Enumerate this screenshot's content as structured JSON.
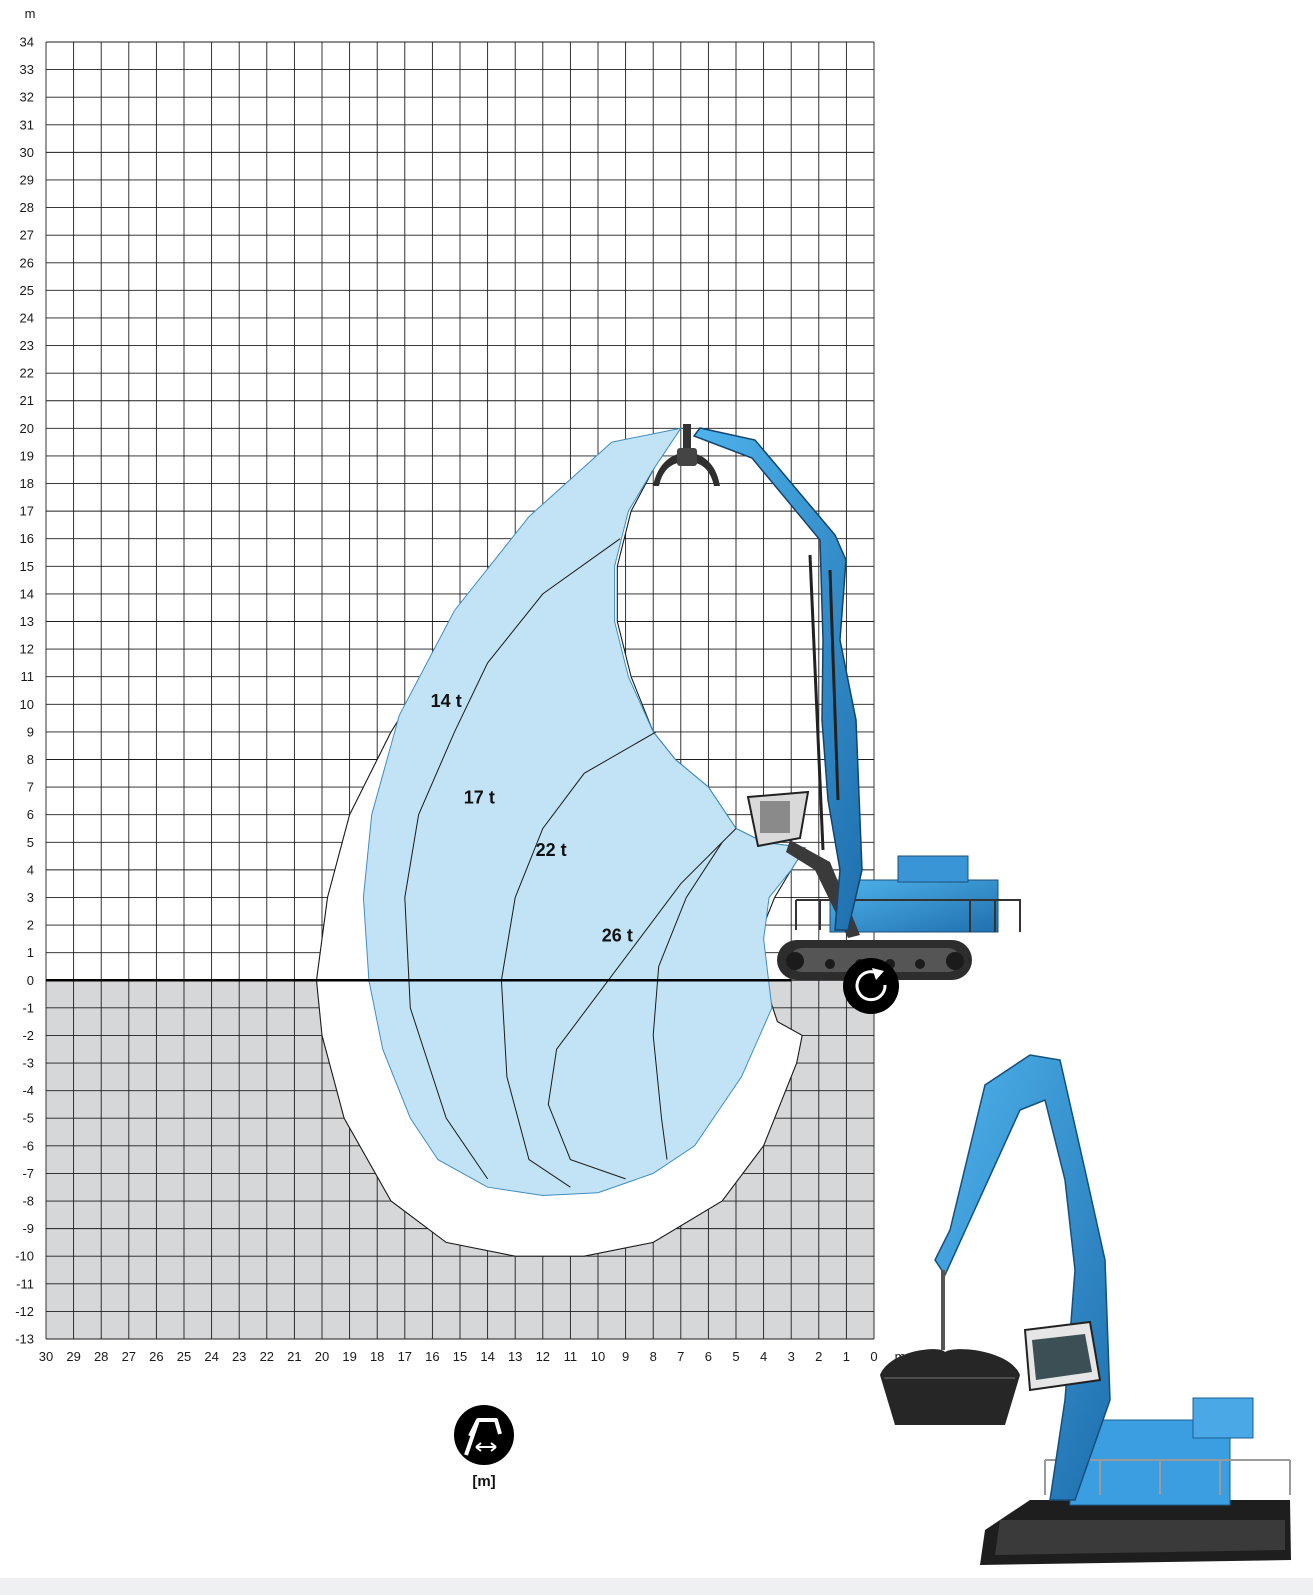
{
  "chart_data": {
    "type": "area",
    "title": "",
    "x_unit": "m",
    "y_unit": "m",
    "xlim": [
      30,
      0
    ],
    "ylim": [
      -13,
      34
    ],
    "x_ticks": [
      30,
      29,
      28,
      27,
      26,
      25,
      24,
      23,
      22,
      21,
      20,
      19,
      18,
      17,
      16,
      15,
      14,
      13,
      12,
      11,
      10,
      9,
      8,
      7,
      6,
      5,
      4,
      3,
      2,
      1,
      0
    ],
    "y_ticks": [
      34,
      33,
      32,
      31,
      30,
      29,
      28,
      27,
      26,
      25,
      24,
      23,
      22,
      21,
      20,
      19,
      18,
      17,
      16,
      15,
      14,
      13,
      12,
      11,
      10,
      9,
      8,
      7,
      6,
      5,
      4,
      3,
      2,
      1,
      0,
      -1,
      -2,
      -3,
      -4,
      -5,
      -6,
      -7,
      -8,
      -9,
      -10,
      -11,
      -12,
      -13
    ],
    "grid": true,
    "below_ground_shading": true,
    "working_envelope": {
      "name": "",
      "points": [
        [
          7.0,
          20.0
        ],
        [
          9.0,
          19.2
        ],
        [
          12.0,
          16.5
        ],
        [
          15.0,
          13.0
        ],
        [
          17.5,
          9.0
        ],
        [
          19.0,
          6.0
        ],
        [
          19.8,
          3.0
        ],
        [
          20.2,
          0.0
        ],
        [
          20.0,
          -2.0
        ],
        [
          19.2,
          -5.0
        ],
        [
          17.5,
          -8.0
        ],
        [
          15.5,
          -9.5
        ],
        [
          13.0,
          -10.0
        ],
        [
          10.5,
          -10.0
        ],
        [
          8.0,
          -9.5
        ],
        [
          5.5,
          -8.0
        ],
        [
          4.0,
          -6.0
        ],
        [
          2.8,
          -3.0
        ],
        [
          2.6,
          -2.0
        ],
        [
          3.5,
          -1.5
        ],
        [
          4.0,
          0.0
        ],
        [
          4.2,
          1.5
        ],
        [
          3.6,
          3.0
        ],
        [
          3.0,
          4.0
        ],
        [
          2.5,
          4.8
        ],
        [
          4.0,
          5.0
        ],
        [
          5.0,
          5.5
        ],
        [
          6.0,
          7.0
        ],
        [
          7.2,
          8.0
        ],
        [
          8.0,
          9.0
        ],
        [
          8.8,
          11.0
        ],
        [
          9.3,
          13.0
        ],
        [
          9.3,
          15.0
        ],
        [
          8.8,
          17.0
        ],
        [
          8.0,
          18.5
        ],
        [
          7.5,
          19.5
        ],
        [
          7.0,
          20.0
        ]
      ]
    },
    "zones": [
      {
        "name": "14 t",
        "label": "14 t",
        "label_pos": [
          15.5,
          9.9
        ],
        "boundary": [
          [
            7.0,
            20.0
          ],
          [
            9.5,
            19.5
          ],
          [
            12.5,
            16.8
          ],
          [
            15.2,
            13.4
          ],
          [
            17.2,
            9.6
          ],
          [
            18.2,
            6.0
          ],
          [
            18.5,
            3.0
          ],
          [
            18.3,
            0.0
          ],
          [
            17.8,
            -2.5
          ],
          [
            16.8,
            -5.0
          ],
          [
            15.8,
            -6.5
          ],
          [
            14.0,
            -7.5
          ],
          [
            12.0,
            -7.8
          ],
          [
            10.0,
            -7.7
          ],
          [
            8.0,
            -7.0
          ],
          [
            6.5,
            -6.0
          ],
          [
            4.8,
            -3.5
          ],
          [
            3.7,
            -1.0
          ],
          [
            4.0,
            1.5
          ],
          [
            3.8,
            3.0
          ],
          [
            3.0,
            4.0
          ],
          [
            2.5,
            4.8
          ],
          [
            4.0,
            5.0
          ],
          [
            5.0,
            5.5
          ],
          [
            6.0,
            7.0
          ],
          [
            7.2,
            8.0
          ],
          [
            8.0,
            9.0
          ],
          [
            8.9,
            11.0
          ],
          [
            9.4,
            13.0
          ],
          [
            9.4,
            15.0
          ],
          [
            8.9,
            17.0
          ],
          [
            8.0,
            18.5
          ],
          [
            7.0,
            20.0
          ]
        ]
      },
      {
        "name": "17 t",
        "label": "17 t",
        "label_pos": [
          14.3,
          6.4
        ],
        "boundary": [
          [
            9.2,
            16.0
          ],
          [
            12.0,
            14.0
          ],
          [
            14.0,
            11.5
          ],
          [
            15.2,
            9.0
          ],
          [
            16.5,
            6.0
          ],
          [
            17.0,
            3.0
          ],
          [
            16.8,
            -1.0
          ],
          [
            15.5,
            -5.0
          ],
          [
            14.0,
            -7.2
          ]
        ]
      },
      {
        "name": "22 t",
        "label": "22 t",
        "label_pos": [
          11.7,
          4.5
        ],
        "boundary": [
          [
            7.9,
            9.0
          ],
          [
            10.5,
            7.5
          ],
          [
            12.0,
            5.5
          ],
          [
            13.0,
            3.0
          ],
          [
            13.5,
            0.0
          ],
          [
            13.3,
            -3.5
          ],
          [
            12.5,
            -6.5
          ],
          [
            11.0,
            -7.5
          ]
        ]
      },
      {
        "name": "26 t",
        "label": "26 t",
        "label_pos": [
          9.3,
          1.4
        ],
        "boundary": [
          [
            5.0,
            5.5
          ],
          [
            7.0,
            3.5
          ],
          [
            8.5,
            1.5
          ],
          [
            10.0,
            -0.5
          ],
          [
            11.5,
            -2.5
          ],
          [
            11.8,
            -4.5
          ],
          [
            11.0,
            -6.5
          ],
          [
            9.0,
            -7.2
          ]
        ]
      },
      {
        "name": "",
        "label": "",
        "boundary": [
          [
            5.5,
            5.0
          ],
          [
            6.8,
            3.0
          ],
          [
            7.8,
            0.5
          ],
          [
            8.0,
            -2.0
          ],
          [
            7.7,
            -5.0
          ],
          [
            7.5,
            -6.5
          ]
        ]
      }
    ],
    "machine_pivot": [
      1.0,
      0.0
    ]
  },
  "colors": {
    "envelope_fill": "#c2e3f6",
    "envelope_outline": "#3f8dc1",
    "grid_line": "#1d1d1d",
    "below_ground": "#d6d7d8",
    "ground_line": "#000000",
    "machine_blue": "#2f86c9",
    "machine_dark": "#262626"
  },
  "icons": {
    "rotation": "rotation-arrow-icon",
    "reach": "reach-arm-icon"
  },
  "icon_caption": "[m]"
}
